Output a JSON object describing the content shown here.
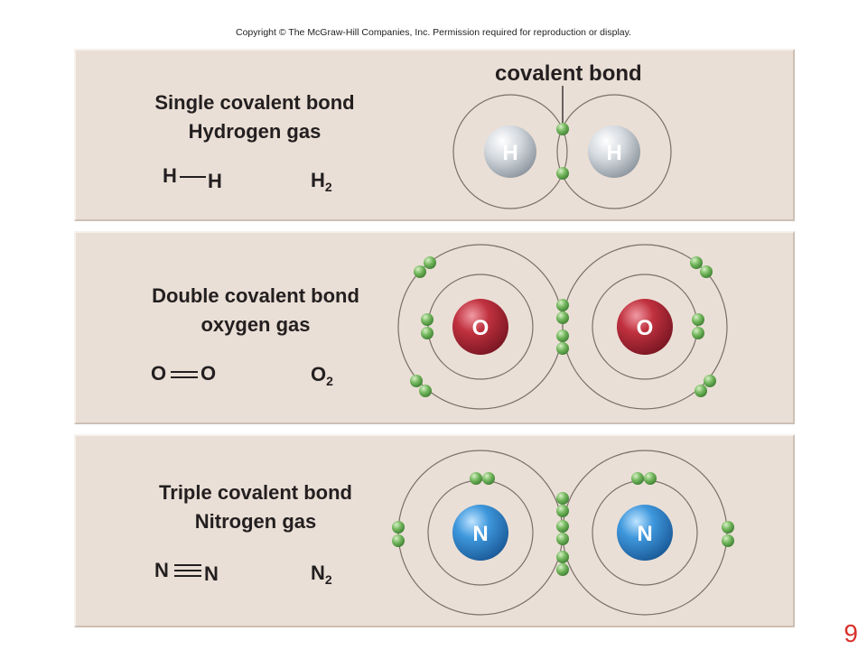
{
  "copyright": "Copyright © The McGraw-Hill Companies, Inc. Permission required for reproduction or display.",
  "page_number": "9",
  "covalent_bond_label": "covalent bond",
  "panels": [
    {
      "title_line1": "Single covalent bond",
      "title_line2": "Hydrogen gas",
      "structural_left": "H",
      "structural_right": "H",
      "bond_lines": 1,
      "formula_symbol": "H",
      "formula_subscript": "2",
      "atom_label": "H",
      "atom_color": "#c9ced3"
    },
    {
      "title_line1": "Double covalent bond",
      "title_line2": "oxygen gas",
      "structural_left": "O",
      "structural_right": "O",
      "bond_lines": 2,
      "formula_symbol": "O",
      "formula_subscript": "2",
      "atom_label": "O",
      "atom_color": "#b52d3a"
    },
    {
      "title_line1": "Triple covalent bond",
      "title_line2": "Nitrogen gas",
      "structural_left": "N",
      "structural_right": "N",
      "bond_lines": 3,
      "formula_symbol": "N",
      "formula_subscript": "2",
      "atom_label": "N",
      "atom_color": "#2f86cf"
    }
  ],
  "colors": {
    "panel_background": "#eadfd6",
    "electron": "#6db85a",
    "orbit": "#7a7068",
    "page_number": "#d8322a"
  }
}
